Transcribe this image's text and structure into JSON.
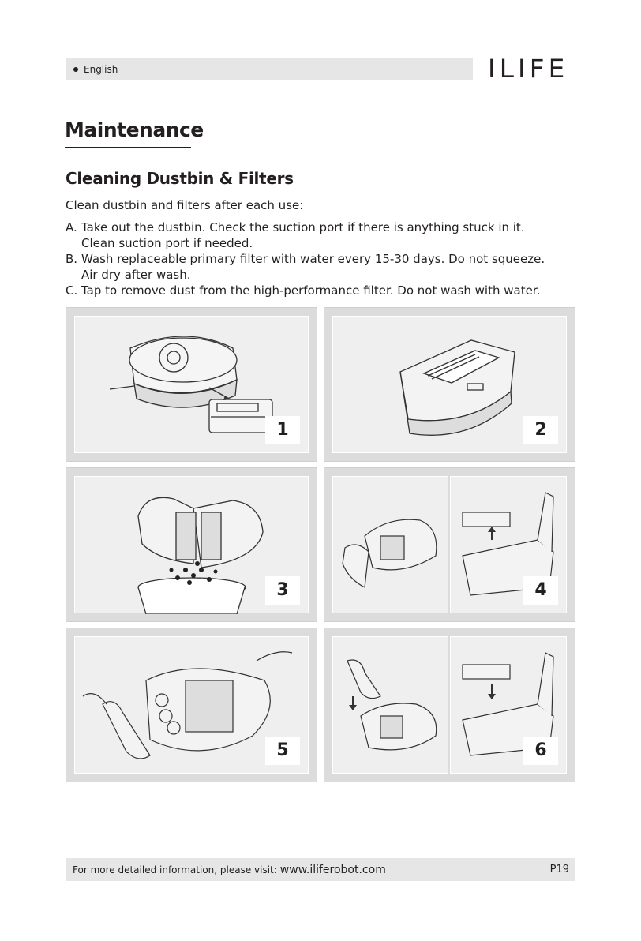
{
  "header": {
    "language": "English",
    "brand": "ILIFE"
  },
  "section_title": "Maintenance",
  "subsection_title": "Cleaning Dustbin & Filters",
  "intro": "Clean dustbin and filters after each use:",
  "steps": [
    {
      "letter": "A.",
      "lines": [
        "Take out the dustbin. Check the suction port if there is anything stuck in it.",
        "Clean suction port if needed."
      ]
    },
    {
      "letter": "B.",
      "lines": [
        "Wash replaceable primary filter with water every 15-30 days. Do not squeeze.",
        "Air dry after wash."
      ]
    },
    {
      "letter": "C.",
      "lines": [
        "Tap to remove dust from the high-performance filter. Do not wash with water."
      ]
    }
  ],
  "figures": [
    {
      "number": "1",
      "icon": "robot-removing-dustbin-illustration"
    },
    {
      "number": "2",
      "icon": "dustbin-illustration"
    },
    {
      "number": "3",
      "icon": "emptying-dustbin-illustration"
    },
    {
      "number": "4",
      "icon": "removing-filters-illustration"
    },
    {
      "number": "5",
      "icon": "cleaning-filter-brush-illustration"
    },
    {
      "number": "6",
      "icon": "reinstalling-filters-illustration"
    }
  ],
  "footer": {
    "text": "For more detailed information, please visit:",
    "url": "www.iliferobot.com",
    "page": "P19"
  }
}
